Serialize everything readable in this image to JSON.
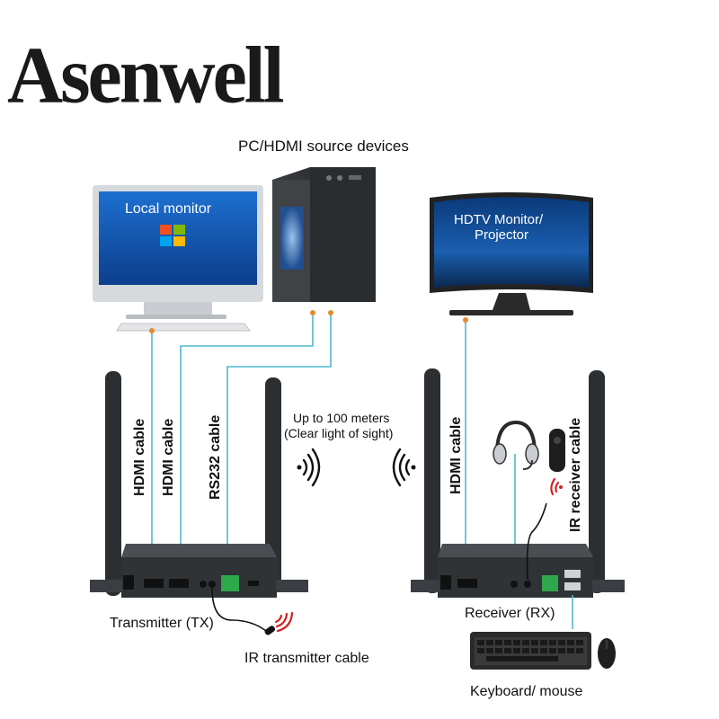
{
  "brand": {
    "logo_text": "Asenwell",
    "colors": {
      "logo": "#1a1a1a",
      "cable": "#4fb8cf",
      "port_dot": "#e88a2a",
      "ir_wave": "#d22222",
      "device_body": "#2f3336"
    }
  },
  "labels": {
    "source_devices": "PC/HDMI source devices",
    "local_monitor": "Local monitor",
    "hdtv_line1": "HDTV Monitor/",
    "hdtv_line2": "Projector",
    "distance_line1": "Up to 100 meters",
    "distance_line2": "(Clear light of sight)",
    "transmitter": "Transmitter (TX)",
    "receiver": "Receiver (RX)",
    "ir_transmitter_cable": "IR transmitter cable",
    "keyboard_mouse": "Keyboard/ mouse"
  },
  "cables": {
    "tx_hdmi_1": "HDMI cable",
    "tx_hdmi_2": "HDMI cable",
    "tx_rs232": "RS232 cable",
    "rx_hdmi": "HDMI cable",
    "rx_ir": "IR receiver cable"
  },
  "icons": {
    "wireless_left": "wireless-signal-icon",
    "wireless_right": "wireless-signal-icon",
    "ir_tx": "ir-signal-icon",
    "ir_rx": "ir-signal-icon"
  }
}
